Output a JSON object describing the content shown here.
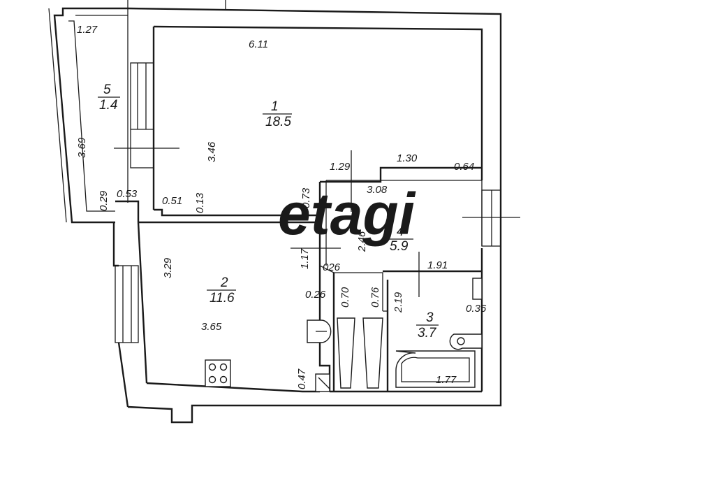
{
  "watermark": "etagi",
  "rooms": [
    {
      "id": "1",
      "number": "1",
      "area": "18.5"
    },
    {
      "id": "2",
      "number": "2",
      "area": "11.6"
    },
    {
      "id": "3",
      "number": "3",
      "area": "3.7"
    },
    {
      "id": "4",
      "number": "4",
      "area": "5.9"
    },
    {
      "id": "5",
      "number": "5",
      "area": "1.4"
    }
  ],
  "dimensions": {
    "balcony_width": "1.27",
    "balcony_length": "3.69",
    "balcony_offset_bottom": "0.29",
    "balcony_offset_side": "0.53",
    "room1_width": "6.11",
    "room1_depth": "3.46",
    "room1_offset": "0.51",
    "room1_wall_step": "0.13",
    "hall_top_left": "1.29",
    "hall_top_mid": "1.30",
    "hall_top_right": "0.64",
    "hall_width": "3.08",
    "hall_offset_left": "0.73",
    "hall_depth": "2.46",
    "hall_niche": "1.17",
    "hall_step_small": "026",
    "hall_step": "0.26",
    "closet_a": "0.70",
    "closet_b": "0.76",
    "bath_width": "1.91",
    "bath_depth": "2.19",
    "bath_wall": "0.36",
    "tub_length": "1.77",
    "kitchen_depth": "3.29",
    "kitchen_width": "3.65",
    "kitchen_niche": "0.47"
  }
}
